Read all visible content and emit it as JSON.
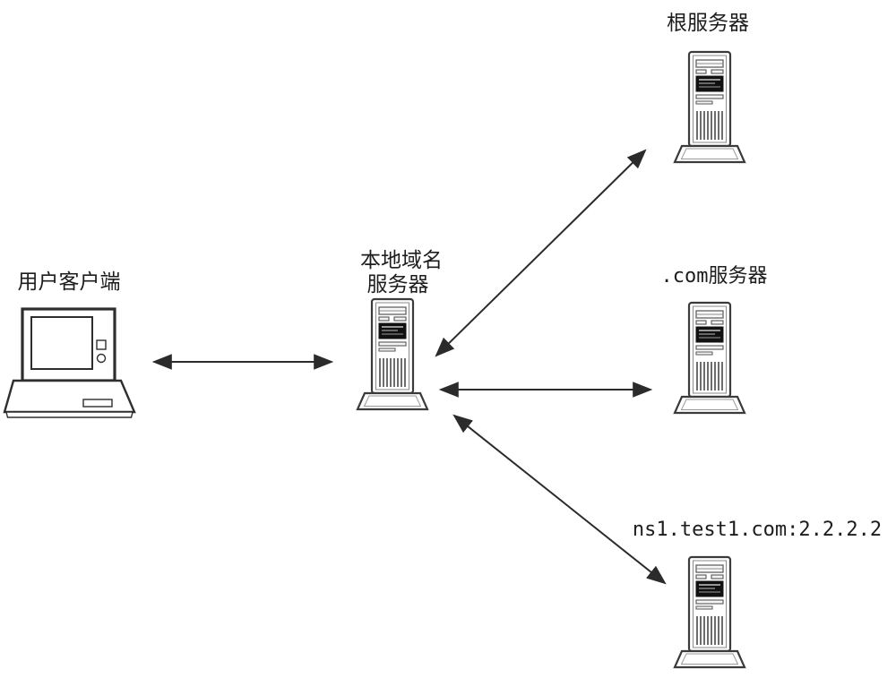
{
  "diagram": {
    "kind": "dns-resolution-topology",
    "nodes": {
      "client": {
        "label": "用户客户端",
        "icon": "laptop"
      },
      "local_dns": {
        "label_line1": "本地域名",
        "label_line2": "服务器",
        "icon": "server-tower"
      },
      "root": {
        "label": "根服务器",
        "icon": "server-tower"
      },
      "com": {
        "label": ".com服务器",
        "icon": "server-tower"
      },
      "ns1": {
        "label": "ns1.test1.com:2.2.2.2",
        "icon": "server-tower"
      }
    },
    "connections": [
      {
        "from": "client",
        "to": "local_dns",
        "style": "double-headed-arrow"
      },
      {
        "from": "local_dns",
        "to": "root",
        "style": "double-headed-arrow"
      },
      {
        "from": "local_dns",
        "to": "com",
        "style": "double-headed-arrow"
      },
      {
        "from": "local_dns",
        "to": "ns1",
        "style": "double-headed-arrow"
      }
    ],
    "colors": {
      "line": "#2b2b2b",
      "icon_stroke": "#3b3b3b",
      "fill": "#ffffff",
      "dark_bay": "#111111"
    }
  }
}
